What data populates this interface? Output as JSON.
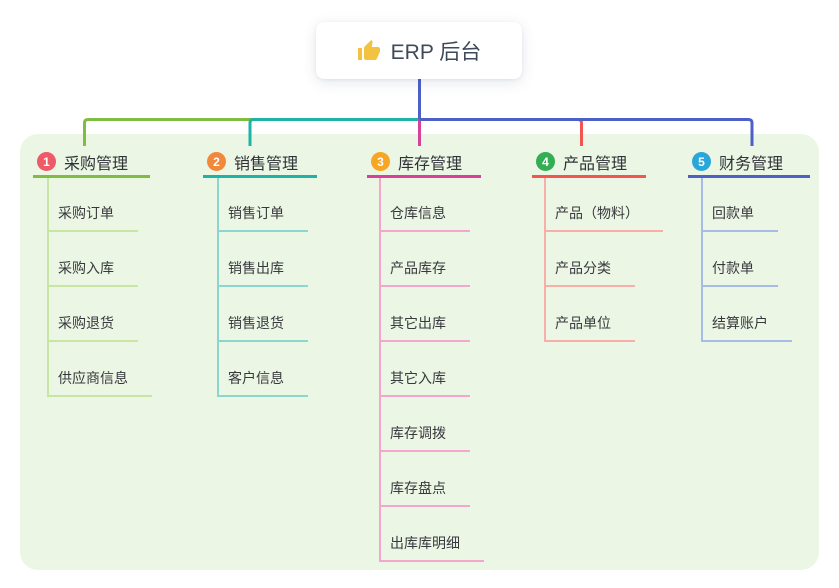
{
  "root": {
    "label": "ERP 后台",
    "icon": "thumbs-up-icon"
  },
  "colors": {
    "canvas_bg": "#FFFFFF",
    "panel_bg": "#ECF6E5",
    "root_link": "#4E60C8",
    "thumb": "#F2C240"
  },
  "branches": [
    {
      "num": "1",
      "label": "采购管理",
      "color": "#7FBC42",
      "pale_color": "#C8E5A3",
      "badge_color": "#EE5A67",
      "children": [
        "采购订单",
        "采购入库",
        "采购退货",
        "供应商信息"
      ]
    },
    {
      "num": "2",
      "label": "销售管理",
      "color": "#1FB3A7",
      "pale_color": "#8BD7CF",
      "badge_color": "#F2883B",
      "children": [
        "销售订单",
        "销售出库",
        "销售退货",
        "客户信息"
      ]
    },
    {
      "num": "3",
      "label": "库存管理",
      "color": "#D8419A",
      "pale_color": "#F4A6CE",
      "badge_color": "#F7A624",
      "children": [
        "仓库信息",
        "产品库存",
        "其它出库",
        "其它入库",
        "库存调拨",
        "库存盘点",
        "出库库明细"
      ]
    },
    {
      "num": "4",
      "label": "产品管理",
      "color": "#F2564F",
      "pale_color": "#F9AFA9",
      "badge_color": "#33AE54",
      "children": [
        "产品（物料）",
        "产品分类",
        "产品单位"
      ]
    },
    {
      "num": "5",
      "label": "财务管理",
      "color": "#4E60C8",
      "pale_color": "#A6BBE8",
      "badge_color": "#2AA7DA",
      "children": [
        "回款单",
        "付款单",
        "结算账户"
      ]
    }
  ]
}
